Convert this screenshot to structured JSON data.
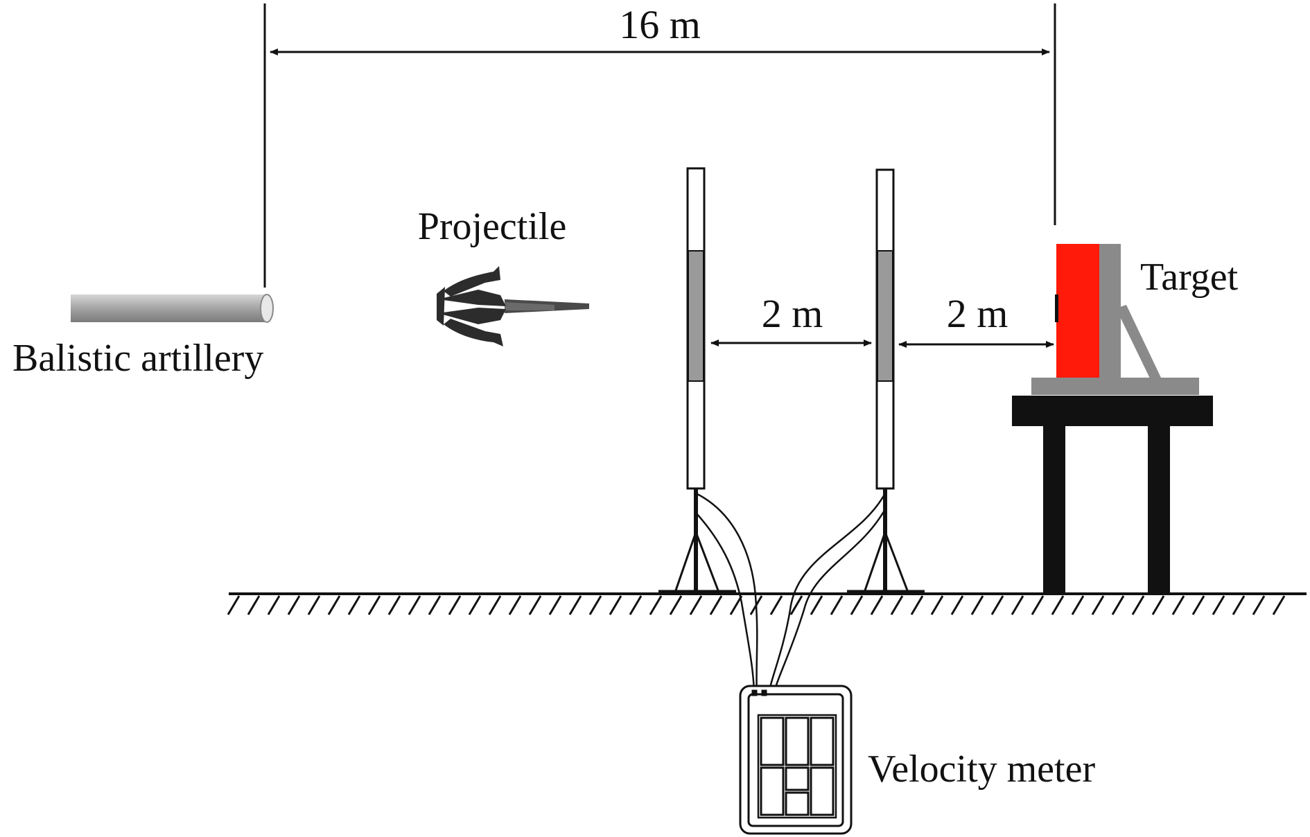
{
  "labels": {
    "total_distance": "16 m",
    "gap_between_screens": "2 m",
    "gap_screen_to_target": "2 m",
    "projectile": "Projectile",
    "artillery": "Balistic artillery",
    "target": "Target",
    "velocity_meter": "Velocity meter"
  },
  "colors": {
    "target": "#ff1a0a",
    "target_back": "#8a8a8a",
    "screen_sensor": "#9a9a9a",
    "barrel": "#a0a0a0",
    "line": "#111111"
  }
}
